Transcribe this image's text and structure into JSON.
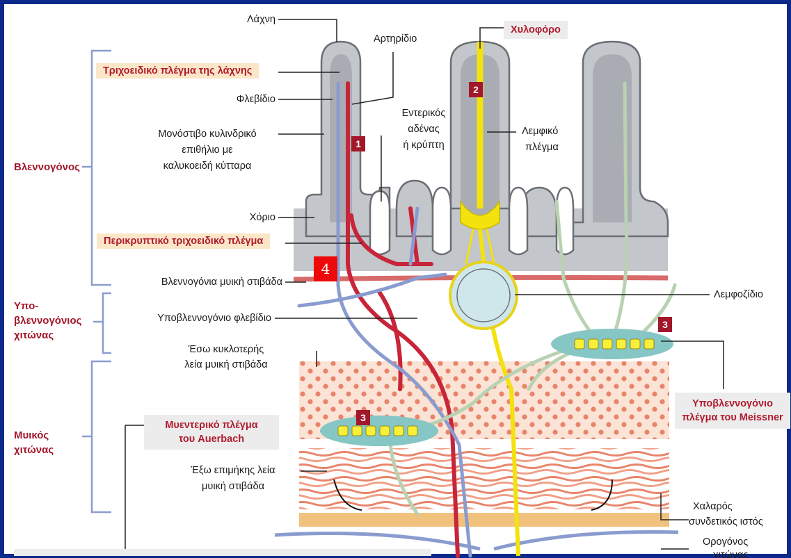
{
  "colors": {
    "frame": "#0b2a8a",
    "label_red": "#a3172b",
    "artery": "#c8243a",
    "vein": "#8a9ccf",
    "lymph": "#f2e20d",
    "nerve": "#b9d2b2",
    "mucosa": "#c3c6ca",
    "muscle_dots": "#f9dccb",
    "serosa": "#f1c27e",
    "plexus": "#86c6c4",
    "badge4": "#ee0a0a"
  },
  "labels": {
    "lachni": "Λάχνη",
    "artiridio": "Αρτηρίδιο",
    "xylophoro": "Χυλοφόρο",
    "trichoeidiko_plegma": "Τριχοειδικό πλέγμα της λάχνης",
    "flevidio": "Φλεβίδιο",
    "enterikos": "Εντερικός",
    "adenas": "αδένας",
    "krypti": "ή κρύπτη",
    "lemfiko": "Λεμφικό",
    "plegma": "πλέγμα",
    "epithilio_1": "Μονόστιβο κυλινδρικό",
    "epithilio_2": "επιθήλιο με",
    "epithilio_3": "καλυκοειδή κύτταρα",
    "chorio": "Χόριο",
    "perikryptiko": "Περικρυπτικό τριχοειδικό πλέγμα",
    "mykiki_stivada": "Βλεννογόνια μυική στιβάδα",
    "lemfozidio": "Λεμφοζίδιο",
    "ypovl_flevidio": "Υποβλεννογόνιο φλεβίδιο",
    "eso_1": "Έσω κυκλοτερής",
    "eso_2": "λεία μυική στιβάδα",
    "meissner_1": "Υποβλεννογόνιο",
    "meissner_2": "πλέγμα του Meissner",
    "auerbach_1": "Μυεντερικό πλέγμα",
    "auerbach_2": "του Auerbach",
    "exo_1": "Έξω επιμήκης λεία",
    "exo_2": "μυική στιβάδα",
    "chalaros_1": "Χαλαρός",
    "chalaros_2": "συνδετικός ιστός",
    "orogonos_1": "Ορογόνος",
    "orogonos_2": "χιτώνας"
  },
  "sections": {
    "vlennogonos": "Βλεννογόνος",
    "ypo_1": "Υπο-",
    "ypo_2": "βλεννογόνιος",
    "ypo_3": "χιτώνας",
    "mykos_1": "Μυικός",
    "mykos_2": "χιτώνας"
  },
  "badges": {
    "b1": "1",
    "b2": "2",
    "b3a": "3",
    "b3b": "3",
    "b4": "4"
  }
}
